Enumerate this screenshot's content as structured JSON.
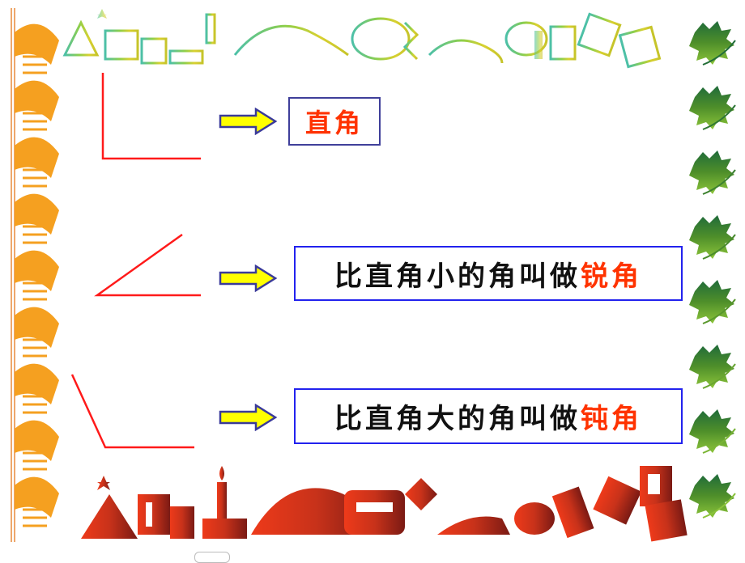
{
  "slide": {
    "background": "#ffffff",
    "border": {
      "top_color": "#5fb86a",
      "bottom_color": "#c8321a",
      "left_color": "#f39a1e",
      "right_color": "#3f8a3a",
      "theme": "christmas-papercut-frame"
    },
    "rows": [
      {
        "angle_type": "right-angle",
        "label_plain": "",
        "label_highlight": "直角"
      },
      {
        "angle_type": "acute-angle",
        "label_plain": "比直角小的角叫做",
        "label_highlight": "锐角"
      },
      {
        "angle_type": "obtuse-angle",
        "label_plain": "比直角大的角叫做",
        "label_highlight": "钝角"
      }
    ],
    "colors": {
      "angle_line": "#ff1a1a",
      "arrow_fill": "#ffff00",
      "arrow_stroke": "#3a3a9a",
      "highlight_text": "#ff3300",
      "box_border": "#2222ee"
    }
  }
}
